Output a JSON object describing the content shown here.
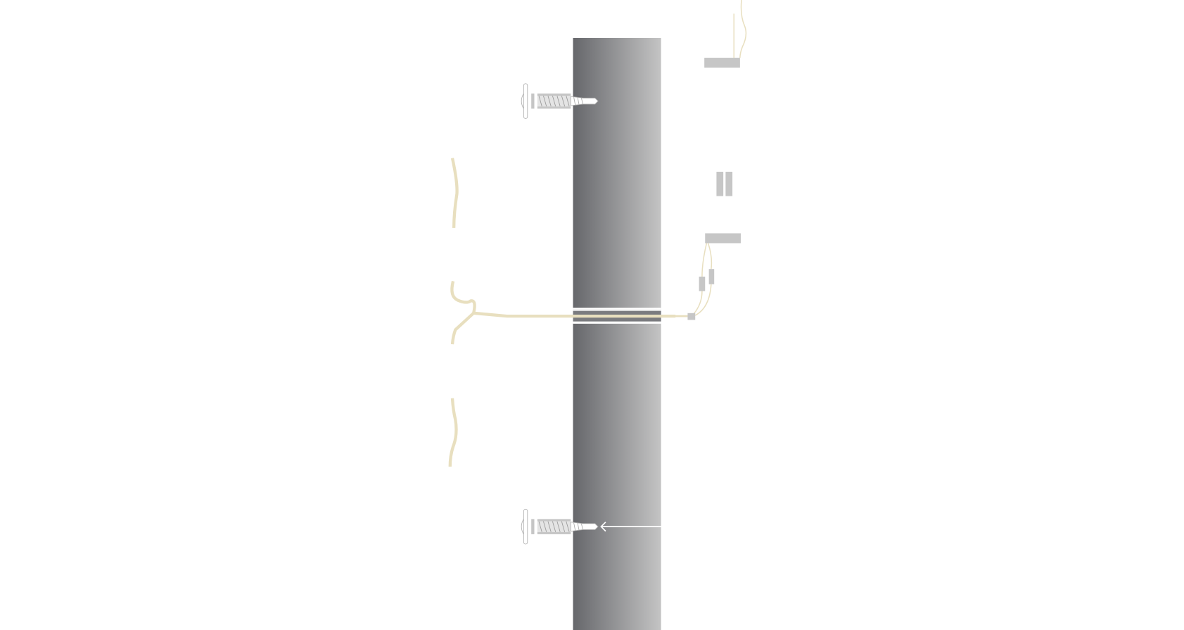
{
  "diagram": {
    "colors": {
      "background": "#ffffff",
      "post_dark": "#66676b",
      "post_light": "#c4c4c4",
      "wire": "#e8dfbf",
      "component": "#c6c6c6",
      "screw_outline": "#b0b0b0",
      "arrow": "#ffffff"
    },
    "parts": [
      "post",
      "top-screw",
      "bottom-screw",
      "cable",
      "connector",
      "fittings",
      "arrow"
    ]
  }
}
